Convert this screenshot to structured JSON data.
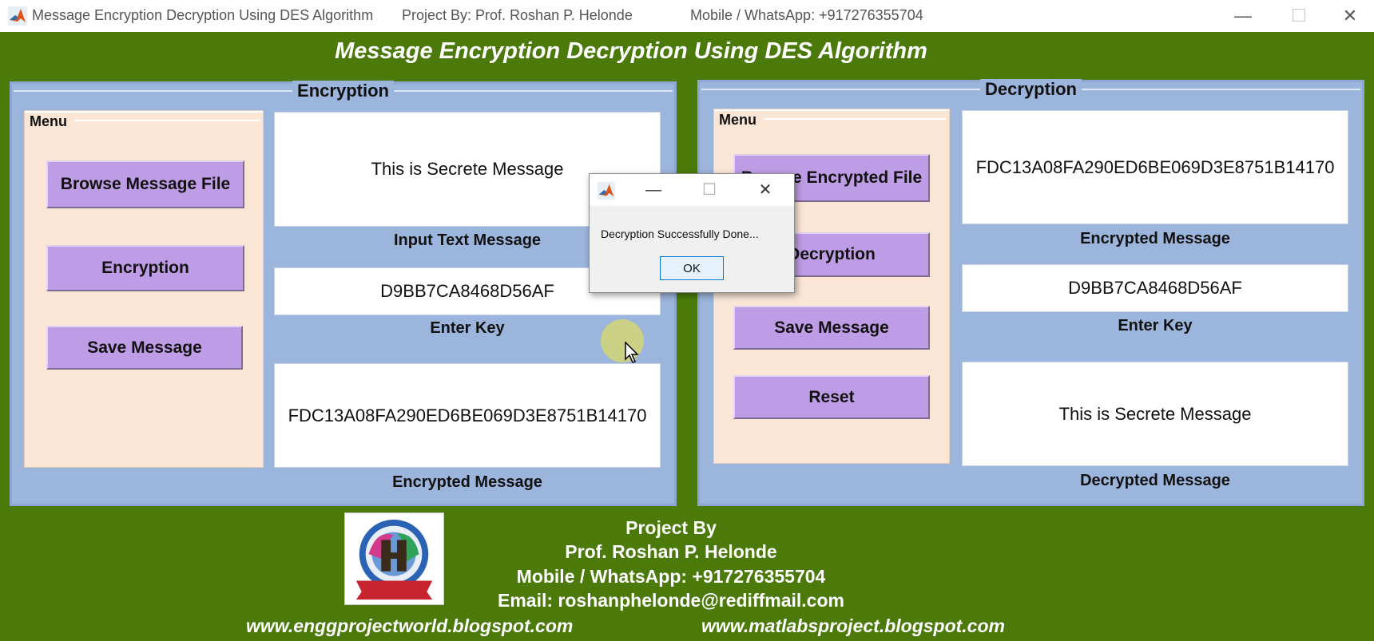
{
  "window": {
    "title": "Message Encryption Decryption Using DES Algorithm",
    "project_by": "Project By: Prof. Roshan P. Helonde",
    "mobile": "Mobile / WhatsApp: +917276355704",
    "minimize_glyph": "—",
    "maximize_glyph": "☐",
    "close_glyph": "✕"
  },
  "heading": "Message Encryption Decryption Using DES Algorithm",
  "encryption": {
    "title": "Encryption",
    "menu_title": "Menu",
    "buttons": {
      "browse": "Browse Message File",
      "encrypt": "Encryption",
      "save": "Save Message"
    },
    "input_message": "This is Secrete Message",
    "input_label": "Input Text Message",
    "key_value": "D9BB7CA8468D56AF",
    "key_label": "Enter Key",
    "encrypted_value": "FDC13A08FA290ED6BE069D3E8751B14170",
    "encrypted_label": "Encrypted Message"
  },
  "decryption": {
    "title": "Decryption",
    "menu_title": "Menu",
    "buttons": {
      "browse": "Browse Encrypted File",
      "decrypt": "Decryption",
      "save": "Save Message",
      "reset": "Reset"
    },
    "encrypted_value": "FDC13A08FA290ED6BE069D3E8751B14170",
    "encrypted_label": "Encrypted Message",
    "key_value": "D9BB7CA8468D56AF",
    "key_label": "Enter Key",
    "decrypted_value": "This is Secrete Message",
    "decrypted_label": "Decrypted Message"
  },
  "dialog": {
    "message": "Decryption Successfully Done...",
    "ok_label": "OK",
    "minimize_glyph": "—",
    "maximize_glyph": "☐",
    "close_glyph": "✕"
  },
  "footer": {
    "line1": "Project By",
    "line2": "Prof. Roshan P. Helonde",
    "line3": "Mobile / WhatsApp: +917276355704",
    "line4": "Email: roshanphelonde@rediffmail.com",
    "url_left": "www.enggprojectworld.blogspot.com",
    "url_right": "www.matlabsproject.blogspot.com"
  },
  "colors": {
    "background": "#4b7a0a",
    "panel": "#9cb5dc",
    "menu": "#fbe6d6",
    "button": "#bf9de6"
  },
  "icons": {
    "app": "matlab-icon",
    "dialog": "matlab-icon",
    "cursor": "arrow-cursor-icon",
    "logo": "rh-logo-icon"
  }
}
